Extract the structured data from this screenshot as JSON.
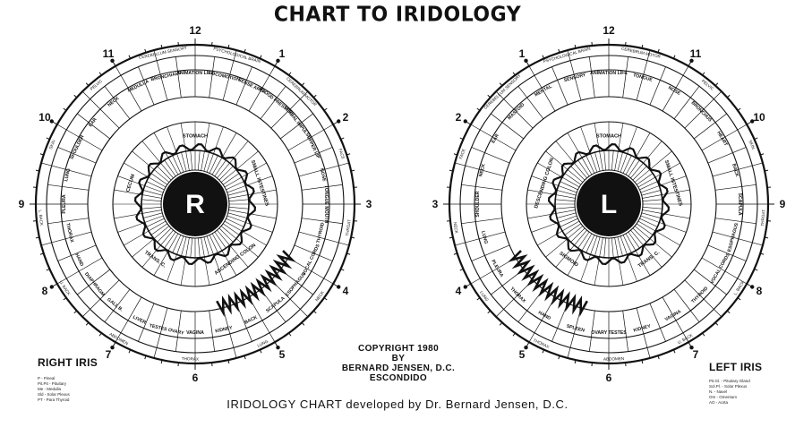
{
  "title": "CHART TO IRIDOLOGY",
  "copyright": {
    "line1": "COPYRIGHT 1980",
    "line2": "BY",
    "line3": "BERNARD JENSEN, D.C.",
    "line4": "ESCONDIDO"
  },
  "caption": "IRIDOLOGY CHART developed by Dr. Bernard Jensen, D.C.",
  "right_iris": {
    "label": "RIGHT IRIS",
    "pupil_letter": "R",
    "legend": [
      "P - Pineal",
      "Pit.Pit - Pituitary",
      "Me - Medulla",
      "Sld - Solar Plexus",
      "PT - Para Thyroid"
    ],
    "inner_labels": [
      "STOMACH",
      "SMALL INTESTINES",
      "ASCENDING COLON",
      "TRANS. C.",
      "CECUM"
    ],
    "sector_labels": [
      "ANIMATION LIFE",
      "LOCOMOTION",
      "SENSE AREA",
      "BLOOD PRESSURE",
      "SEXUAL IMPULSE",
      "UPPER LIP",
      "NOSE",
      "TONGUE MOUTH",
      "THYROID",
      "VOCAL CORDS",
      "ESOPHAGUS",
      "SCAPULA",
      "BACK",
      "KIDNEY",
      "VAGINA",
      "TESTES OVARY",
      "LIVER",
      "GALL B.",
      "DIAPHRAGM",
      "HAND",
      "THORAX",
      "PLEURA",
      "LUNG",
      "SHOULDER",
      "EAR",
      "NECK",
      "MEDULLA",
      "BRONCHIALS"
    ],
    "outer_labels": [
      "CEREBELLUM SENSORY",
      "PSYCHOLOGICAL BRAIN",
      "CEREBRUM MOTOR",
      "FACE",
      "THROAT",
      "NECK",
      "LUNG",
      "THORAX",
      "ABDOMEN",
      "U. BACK",
      "L. BACK",
      "SKIN",
      "PELVIC"
    ]
  },
  "left_iris": {
    "label": "LEFT IRIS",
    "pupil_letter": "L",
    "legend": [
      "Pit.Gl. - Pituitary Gland",
      "Sol.Pl. - Solar Plexus",
      "N. - Navel",
      "Om - Omentum",
      "AO - Aorta"
    ],
    "inner_labels": [
      "STOMACH",
      "DESCENDING COLON",
      "SIGMOID",
      "TRANS. C.",
      "SMALL INTESTINES"
    ],
    "sector_labels": [
      "ANIMATION LIFE",
      "SENSORY",
      "MENTAL",
      "MASTOID",
      "EAR",
      "NECK",
      "SHOULDER",
      "LUNG",
      "PLEURA",
      "THORAX",
      "HAND",
      "SPLEEN",
      "OVARY TESTES",
      "KIDNEY",
      "VAGINA",
      "THYROID",
      "VOCAL CORDS",
      "ESOPHAGUS",
      "SCAPULA",
      "BACK",
      "HEART",
      "BRONCHUS",
      "NOSE",
      "TONGUE"
    ],
    "outer_labels": [
      "CEREBRUM MOTOR",
      "PSYCHOLOGICAL BRAIN",
      "CEREBELLUM SENSORY",
      "FACE",
      "NECK",
      "LUNG",
      "THORAX",
      "ABDOMEN",
      "U. BACK",
      "L. BACK",
      "THROAT",
      "SKIN",
      "PELVIC"
    ]
  },
  "clock_numbers": [
    "12",
    "1",
    "2",
    "3",
    "4",
    "5",
    "6",
    "7",
    "8",
    "9",
    "10",
    "11"
  ],
  "colors": {
    "ink": "#111111",
    "paper": "#ffffff"
  }
}
